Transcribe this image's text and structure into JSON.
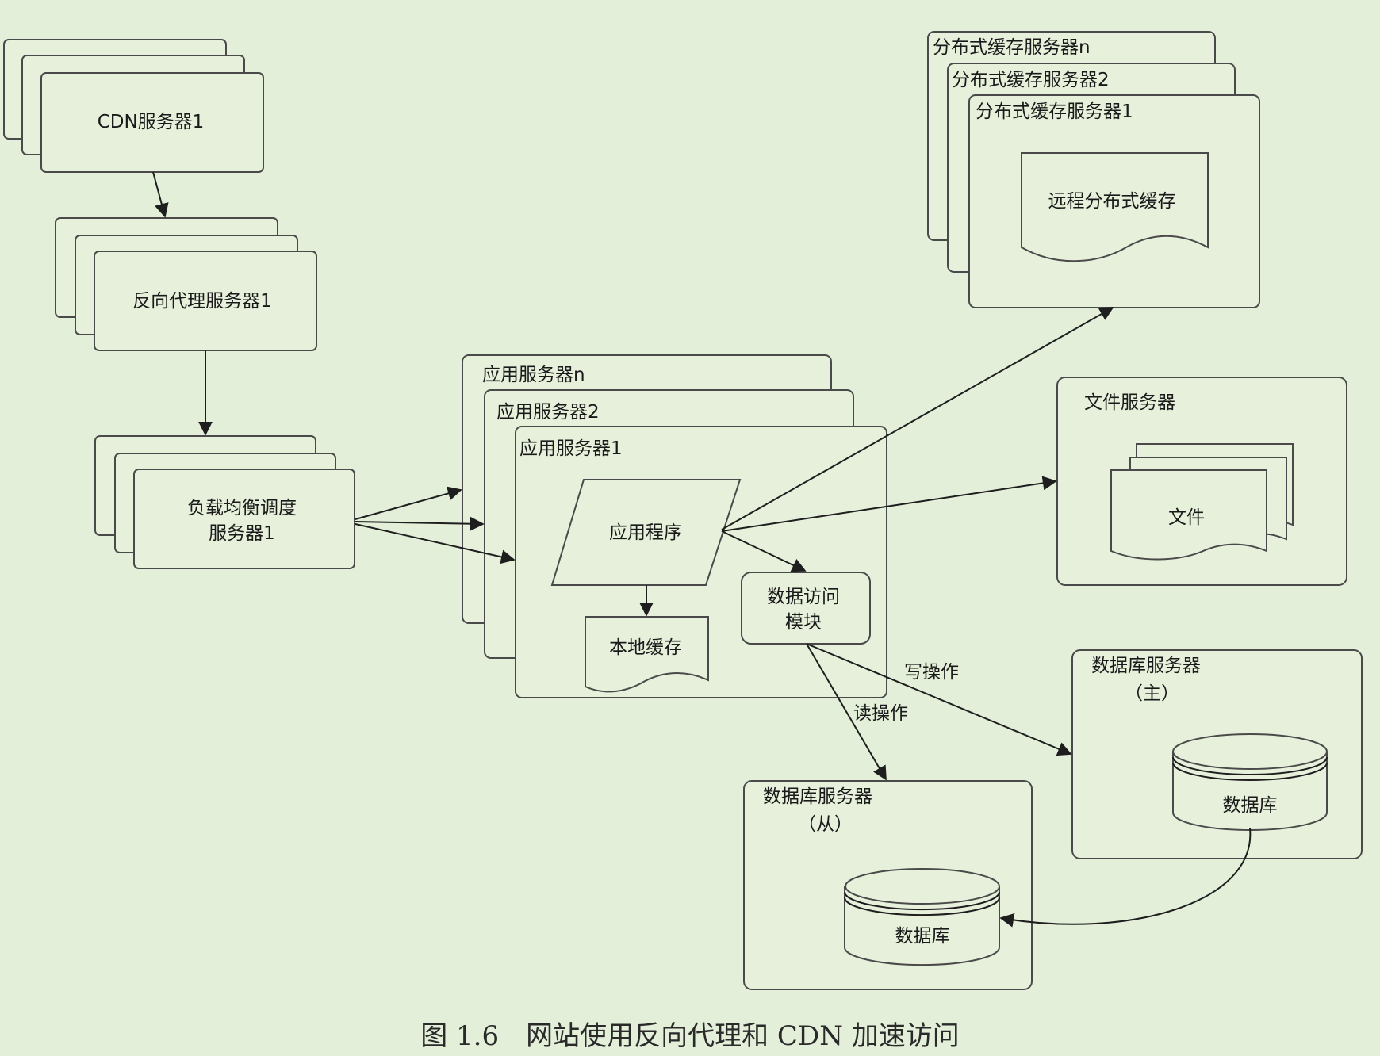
{
  "cdn": {
    "label": "CDN服务器1"
  },
  "proxy": {
    "label": "反向代理服务器1"
  },
  "lb": {
    "line1": "负载均衡调度",
    "line2": "服务器1"
  },
  "app": {
    "server_n": "应用服务器n",
    "server_2": "应用服务器2",
    "server_1": "应用服务器1",
    "program": "应用程序",
    "local_cache": "本地缓存",
    "data_access_line1": "数据访问",
    "data_access_line2": "模块"
  },
  "dist_cache": {
    "server_n": "分布式缓存服务器n",
    "server_2": "分布式缓存服务器2",
    "server_1": "分布式缓存服务器1",
    "content": "远程分布式缓存"
  },
  "file_server": {
    "title": "文件服务器",
    "content": "文件"
  },
  "db_master": {
    "title": "数据库服务器",
    "role": "（主）",
    "db": "数据库"
  },
  "db_slave": {
    "title": "数据库服务器",
    "role": "（从）",
    "db": "数据库"
  },
  "edges": {
    "write": "写操作",
    "read": "读操作"
  },
  "caption": "图 1.6　网站使用反向代理和 CDN 加速访问"
}
